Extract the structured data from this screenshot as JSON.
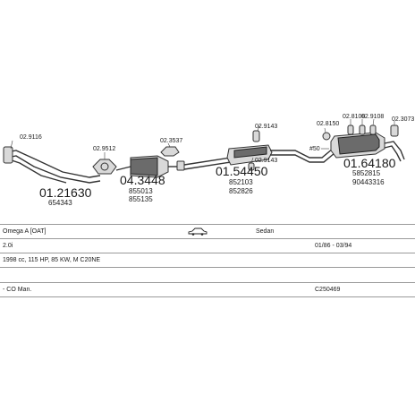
{
  "diagram": {
    "parts": [
      {
        "id": "pipe_front",
        "number": "01.21630",
        "oem": "654343"
      },
      {
        "id": "catalyst",
        "number": "04.3448",
        "oem": [
          "855013",
          "855135"
        ]
      },
      {
        "id": "middle_silencer",
        "number": "01.54450",
        "oem": [
          "852103",
          "852826"
        ]
      },
      {
        "id": "rear_silencer",
        "number": "01.64180",
        "oem": [
          "5852815",
          "90443316"
        ]
      }
    ],
    "small_parts": [
      "02.9116",
      "02.9512",
      "02.3537",
      "02.9143",
      "02.9143",
      "02.8150",
      "02.8108",
      "02.9108",
      "02.3073"
    ],
    "mount_label": "#50"
  },
  "vehicle": {
    "model": "Omega A  [OAT]",
    "body": "Sedan",
    "engine": "2.0i",
    "date_range": "01/86 - 03/94",
    "spec": "1998 cc, 115 HP, 85 KW, M C20NE",
    "variant": "- CO Man.",
    "code": "C250469"
  }
}
